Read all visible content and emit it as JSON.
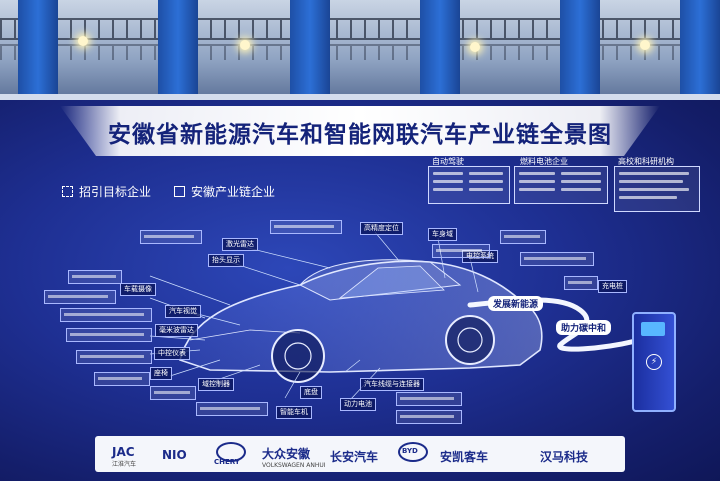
{
  "title": "安徽省新能源汽车和智能网联汽车产业链全景图",
  "legend": {
    "target": "招引目标企业",
    "chain": "安徽产业链企业"
  },
  "categories": [
    "自动驾驶",
    "燃料电池企业",
    "高校和科研机构"
  ],
  "components": {
    "lidar": "激光雷达",
    "hud": "抬头显示",
    "hd_map": "高精度定位",
    "body_domain": "车身域",
    "camera": "车载摄像",
    "electronics": "电控系统",
    "vehicle_vision": "汽车视觉",
    "radar": "毫米波雷达",
    "charging_pile": "充电桩",
    "cockpit": "中控仪表",
    "seat": "座椅",
    "domain_controller": "域控制器",
    "connector": "汽车线缆与连接器",
    "chassis": "底盘",
    "power_battery": "动力电池",
    "smart_car": "智能车机"
  },
  "route": {
    "develop": "发展新能源",
    "carbon": "助力碳中和"
  },
  "logos": {
    "jac": "JAC",
    "jac_sub": "江淮汽车",
    "nio": "NIO",
    "chery": "CHERY",
    "vw": "大众安徽",
    "vw_sub": "VOLKSWAGEN ANHUI",
    "changan": "长安汽车",
    "byd": "BYD",
    "ankai": "安凯客车",
    "hanma": "汉马科技"
  },
  "colors": {
    "board": "#1e2f92",
    "title_text": "#14237a",
    "line": "#cfe0ff"
  }
}
